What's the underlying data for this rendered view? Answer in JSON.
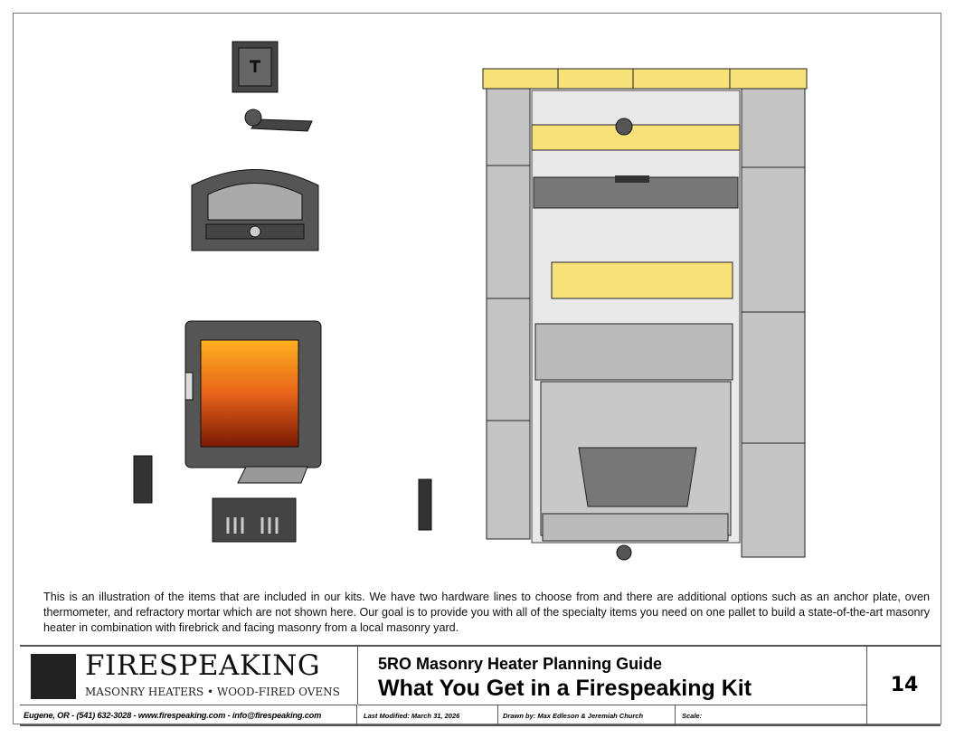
{
  "description": "This is an illustration of the items that are included in our kits. We have two hardware lines to choose from and there are additional options such as an anchor plate, oven thermometer, and refractory mortar which are not shown here. Our goal is to provide you with all of the specialty items you need on one pallet to build a state-of-the-art masonry heater in combination with firebrick and facing masonry from a local masonry yard.",
  "logo": {
    "brand": "FIRESPEAKING",
    "tagline": "MASONRY HEATERS • WOOD-FIRED OVENS"
  },
  "contact": "Eugene, OR - (541) 632-3028 - www.firespeaking.com - info@firespeaking.com",
  "title_block": {
    "subtitle": "5RO Masonry Heater Planning Guide",
    "title": "What You Get in a Firespeaking Kit",
    "last_modified": "Last Modified: March 31, 2026",
    "drawn_by": "Drawn by: Max Edleson & Jeremiah Church",
    "scale": "Scale:",
    "page_number": "14"
  },
  "colors": {
    "yellow": "#f7e27a",
    "gray": "#c4c4c4",
    "dark": "#3a3a3a",
    "fire": "#e8641a"
  }
}
